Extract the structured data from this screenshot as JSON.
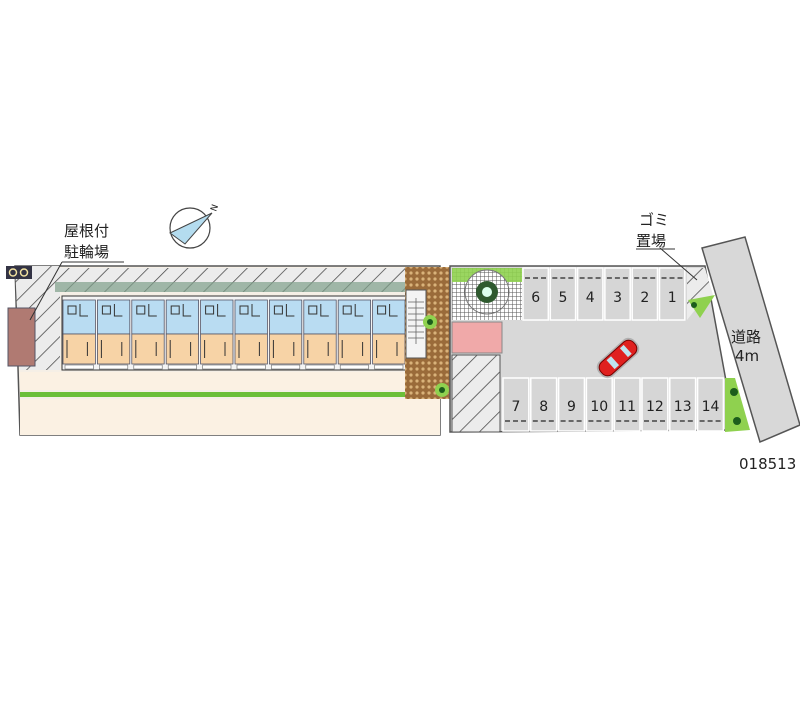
{
  "labels": {
    "bicycle_parking_line1": "屋根付",
    "bicycle_parking_line2": "駐輪場",
    "garbage_line1": "ゴミ",
    "garbage_line2": "置場",
    "road_line1": "道路",
    "road_line2": "4m",
    "property_code": "018513"
  },
  "compass": {
    "north_label": "N"
  },
  "parking": {
    "top_row": [
      "6",
      "5",
      "4",
      "3",
      "2",
      "1"
    ],
    "bottom_row": [
      "7",
      "8",
      "9",
      "10",
      "11",
      "12",
      "13",
      "14"
    ]
  },
  "building": {
    "units": 10
  },
  "colors": {
    "upper_floor": "#b9dcf2",
    "lower_floor": "#f7d3a6",
    "lot": "#d8d8d8",
    "pink_area": "#f0a9a9",
    "car": "#e0201f",
    "greenery": "#8fd14f",
    "gravel": "#9a6b3a"
  }
}
